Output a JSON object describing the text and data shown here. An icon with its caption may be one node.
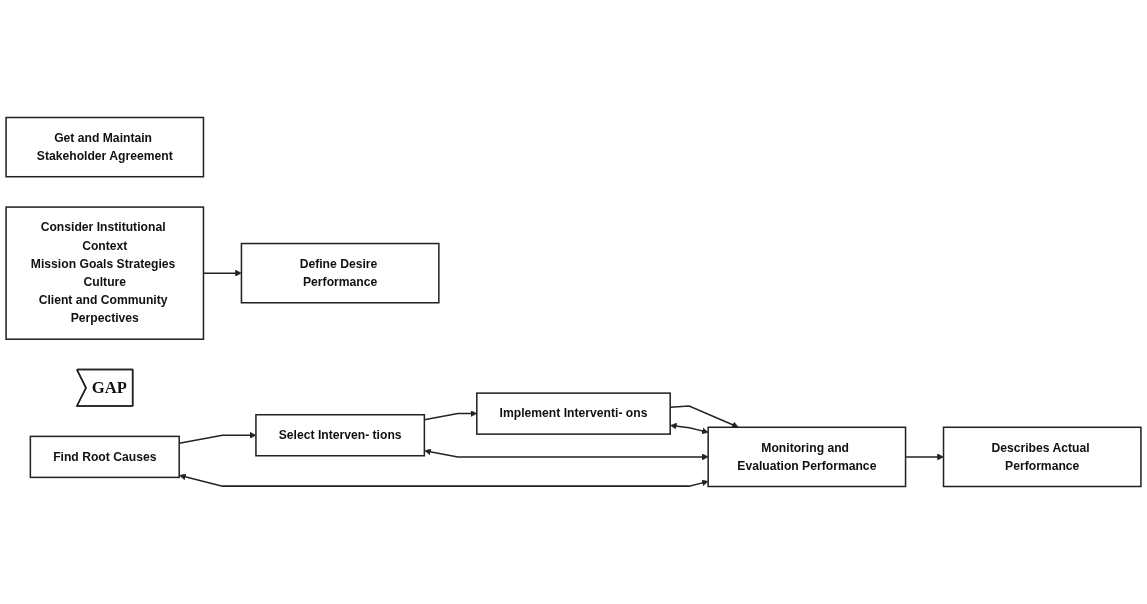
{
  "diagram": {
    "nodes": [
      {
        "text": [
          "Get and Maintain Stakeholder Agreement"
        ]
      },
      {
        "text": [
          "Consider Institutional Context",
          "Mission Goals Strategies Culture",
          "Client and Community Perpectives"
        ]
      },
      {
        "text": [
          "Define Desire Performance"
        ]
      },
      {
        "text": [
          "GAP"
        ]
      },
      {
        "text": [
          "Find Root Causes"
        ]
      },
      {
        "text": [
          "Select Interven- tions"
        ]
      },
      {
        "text": [
          "Implement Interventi- ons"
        ]
      },
      {
        "text": [
          "Describes Actual Performance"
        ]
      },
      {
        "text": [
          "Monitoring and Evaluation Performance"
        ]
      }
    ],
    "edges": [
      {
        "from": 1,
        "to": 2,
        "arrow": "to"
      },
      {
        "from": 4,
        "to": 5,
        "arrow": "to"
      },
      {
        "from": 5,
        "to": 6,
        "arrow": "to"
      },
      {
        "from": 6,
        "to": 8,
        "arrow": "to"
      },
      {
        "from": 8,
        "to": 7,
        "arrow": "to"
      },
      {
        "from": 4,
        "to": 8,
        "arrow": "both"
      },
      {
        "from": 5,
        "to": 8,
        "arrow": "both"
      },
      {
        "from": 6,
        "to": 8,
        "arrow": "both"
      }
    ]
  }
}
